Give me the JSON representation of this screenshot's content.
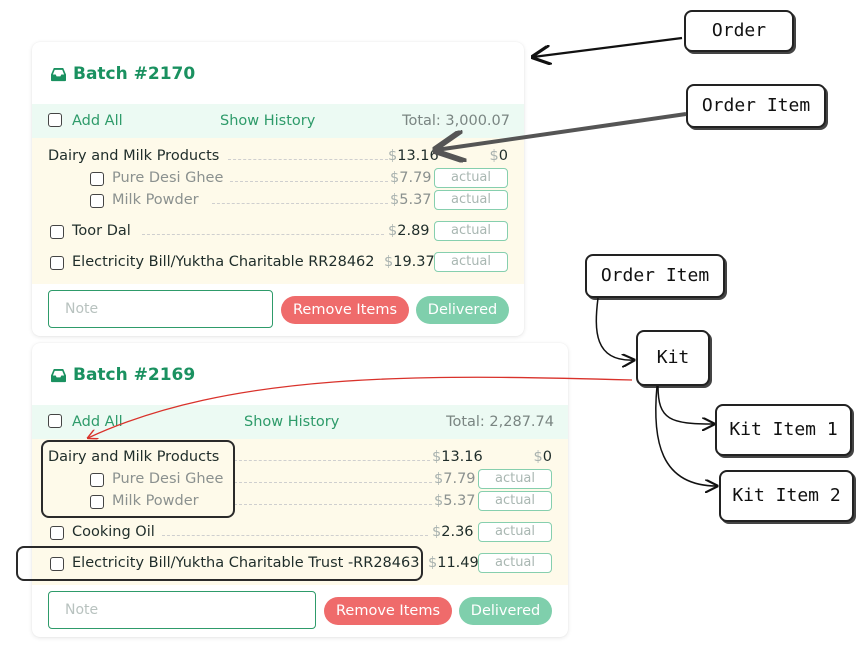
{
  "batches": [
    {
      "title": "Batch #2170",
      "add_all": "Add All",
      "show_history": "Show History",
      "total": "Total: 3,000.07",
      "group": {
        "label": "Dairy and Milk Products",
        "cur": "$",
        "price": "13.16",
        "zero_cur": "$",
        "zero": "0"
      },
      "subitems": [
        {
          "label": "Pure Desi Ghee",
          "cur": "$",
          "price": "7.79",
          "actual": "actual"
        },
        {
          "label": "Milk Powder",
          "cur": "$",
          "price": "5.37",
          "actual": "actual"
        }
      ],
      "items": [
        {
          "label": "Toor Dal",
          "cur": "$",
          "price": "2.89",
          "actual": "actual"
        },
        {
          "label": "Electricity Bill/Yuktha Charitable RR28462",
          "cur": "$",
          "price": "19.37",
          "actual": "actual"
        }
      ],
      "note_placeholder": "Note",
      "remove_label": "Remove Items",
      "delivered_label": "Delivered"
    },
    {
      "title": "Batch #2169",
      "add_all": "Add All",
      "show_history": "Show History",
      "total": "Total: 2,287.74",
      "group": {
        "label": "Dairy and Milk Products",
        "cur": "$",
        "price": "13.16",
        "zero_cur": "$",
        "zero": "0"
      },
      "subitems": [
        {
          "label": "Pure Desi Ghee",
          "cur": "$",
          "price": "7.79",
          "actual": "actual"
        },
        {
          "label": "Milk Powder",
          "cur": "$",
          "price": "5.37",
          "actual": "actual"
        }
      ],
      "items": [
        {
          "label": "Cooking Oil",
          "cur": "$",
          "price": "2.36",
          "actual": "actual"
        },
        {
          "label": "Electricity Bill/Yuktha Charitable Trust -RR28463",
          "cur": "$",
          "price": "11.49",
          "actual": "actual"
        }
      ],
      "note_placeholder": "Note",
      "remove_label": "Remove Items",
      "delivered_label": "Delivered"
    }
  ],
  "annotations": {
    "order": "Order",
    "order_item_1": "Order Item",
    "order_item_2": "Order Item",
    "kit": "Kit",
    "kit_item_1": "Kit Item 1",
    "kit_item_2": "Kit Item 2"
  },
  "colors": {
    "accent": "#1a9160",
    "band": "#ecfaf3",
    "items_bg": "#fefaea",
    "remove": "#ef6b6b",
    "delivered": "#7fcfac",
    "red_arrow": "#d9322b"
  }
}
